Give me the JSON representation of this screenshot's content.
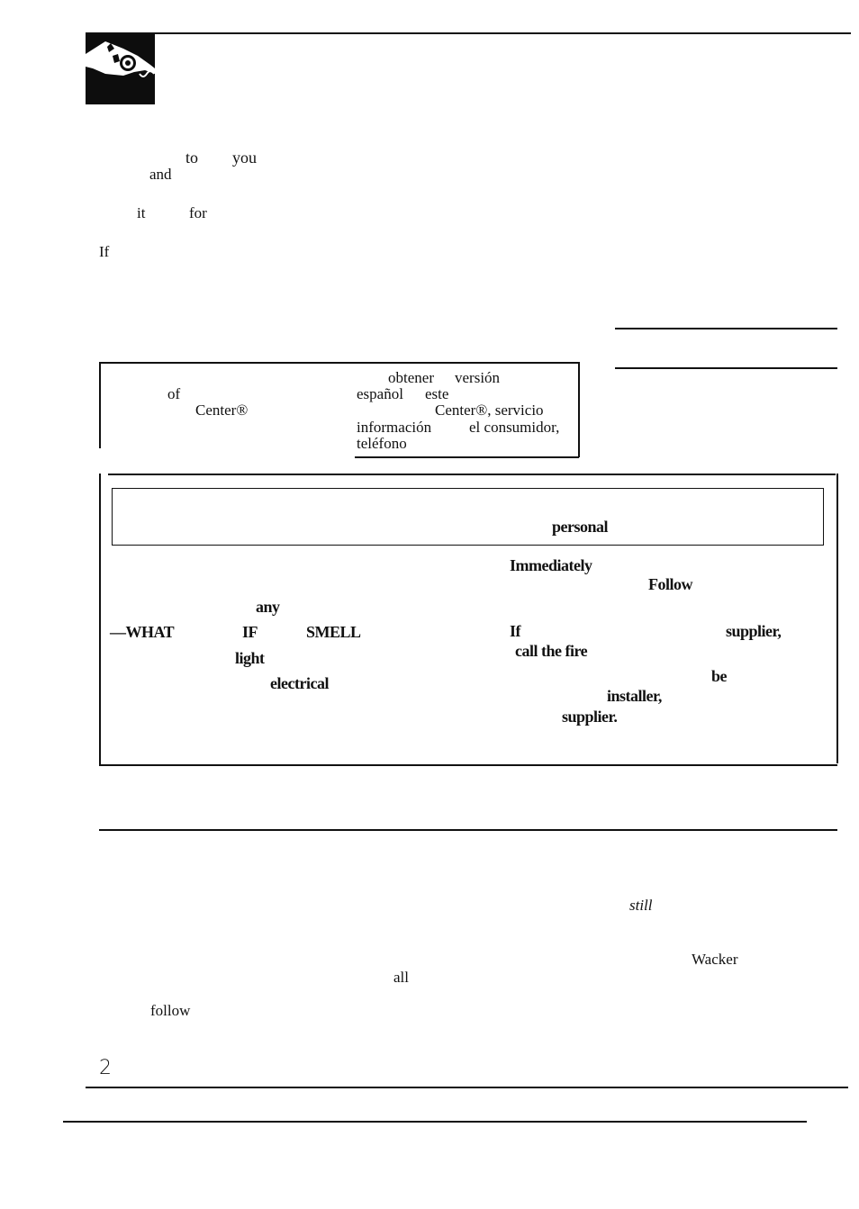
{
  "header": {
    "logo_icon": "camera-in-hand-icon"
  },
  "intro": {
    "line1": [
      "to",
      "you"
    ],
    "line2": [
      "and"
    ],
    "line3": [
      "it",
      "for"
    ],
    "line4": [
      "If"
    ]
  },
  "spanish_box": {
    "left_words": [
      "of",
      "Center®"
    ],
    "right_words": [
      "obtener",
      "versión",
      "español",
      "este",
      "Center®, servicio",
      "información",
      "el consumidor,",
      "teléfono"
    ]
  },
  "warning_box": {
    "word_personal": "personal",
    "left_words": [
      "any",
      "—WHAT",
      "IF",
      "SMELL",
      "light",
      "electrical"
    ],
    "right_words": [
      "Immediately",
      "Follow",
      "If",
      "supplier,",
      "call the fire",
      "be",
      "installer,",
      "supplier."
    ]
  },
  "lower": {
    "words": [
      "still",
      "Wacker",
      "all",
      "follow"
    ]
  },
  "footer": {
    "page_number": "2"
  }
}
